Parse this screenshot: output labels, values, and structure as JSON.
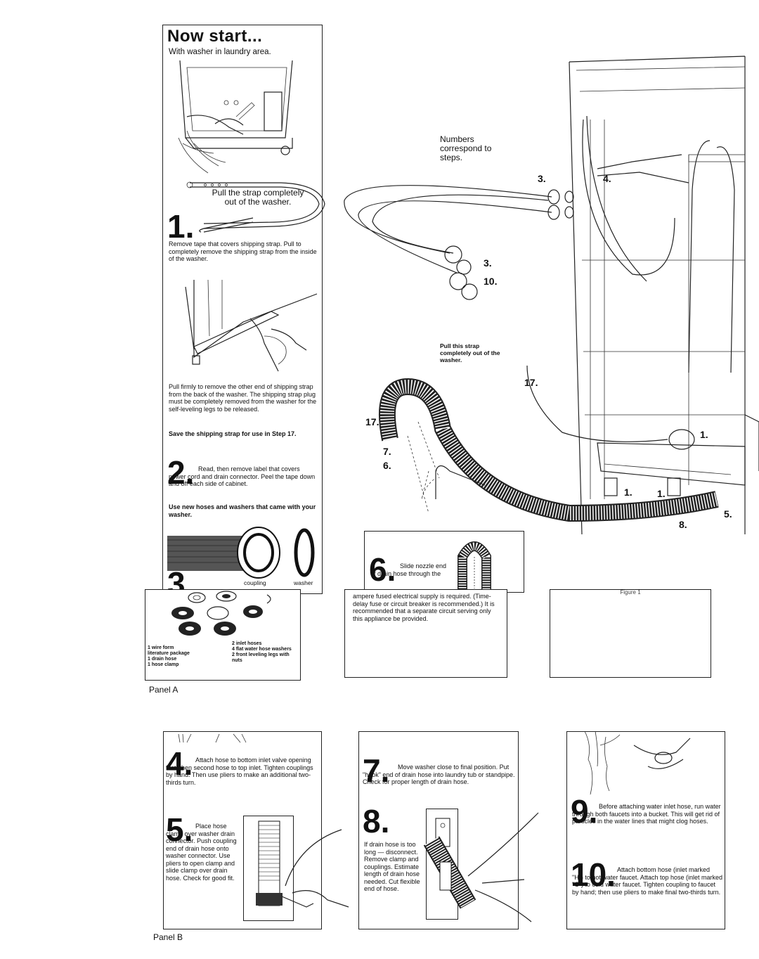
{
  "panelA": {
    "title": "Now start...",
    "subtitle": "With washer in laundry area.",
    "step1": {
      "number": "1.",
      "callout": "Pull the strap completely out of the washer.",
      "text": "Remove tape that covers shipping strap. Pull to completely remove the shipping strap from the inside of the washer.",
      "text2": "Pull firmly to remove the other end of shipping strap from the back of the washer. The shipping strap plug must be completely removed from the washer for the self-leveling legs to be released.",
      "save_note": "Save the shipping strap for use in Step 17."
    },
    "step2": {
      "number": "2.",
      "text": "Read, then remove label that covers power cord and drain connector. Peel the tape down and off each side of cabinet.",
      "note": "Use new hoses and washers that came with your washer."
    },
    "step3": {
      "number": "3.",
      "label_coupling": "coupling",
      "label_washer": "washer",
      "parts_left": [
        "1 wire form",
        "literature package",
        "1 drain hose",
        "1 hose clamp"
      ],
      "parts_right": [
        "2 inlet hoses",
        "4 flat water hose washers",
        "2 front leveling legs with nuts"
      ]
    },
    "label": "Panel A"
  },
  "figure": {
    "numbers_note": "Numbers correspond to steps.",
    "pull_strap_note": "Pull this strap completely out of the washer.",
    "callouts": [
      "3.",
      "4.",
      "3.",
      "10.",
      "17.",
      "17.",
      "7.",
      "6.",
      "1.",
      "1.",
      "1.",
      "5.",
      "8."
    ],
    "caption": "Figure 1"
  },
  "step6": {
    "number": "6.",
    "text": "Slide nozzle end of drain hose through the",
    "text_cont": "ampere fused electrical supply is required. (Time-delay fuse or circuit breaker is recommended.) It is recommended that a separate circuit serving only this appliance be provided."
  },
  "panelB": {
    "step4": {
      "number": "4.",
      "text": "Attach hose to bottom inlet valve opening first; then second hose to top inlet. Tighten couplings by hand. Then use pliers to make an additional two-thirds turn."
    },
    "step5": {
      "number": "5.",
      "text": "Place hose clamp over washer drain connector. Push coupling end of drain hose onto washer connector. Use pliers to open clamp and slide clamp over drain hose. Check for good fit."
    },
    "step7": {
      "number": "7.",
      "text": "Move washer close to final position. Put \"hook\" end of drain hose into laundry tub or standpipe. Check for proper length of drain hose."
    },
    "step8": {
      "number": "8.",
      "text": "If drain hose is too long — disconnect. Remove clamp and couplings. Estimate length of drain hose needed. Cut flexible end of hose."
    },
    "step9": {
      "number": "9.",
      "text": "Before attaching water inlet hose, run water through both faucets into a bucket. This will get rid of particles in the water lines that might clog hoses."
    },
    "step10": {
      "number": "10.",
      "text": "Attach bottom hose (inlet marked \"H\") to hot water faucet. Attach top hose (inlet marked \"C\") to cold water faucet. Tighten coupling to faucet by hand; then use pliers to make final two-thirds turn."
    },
    "label": "Panel B"
  }
}
